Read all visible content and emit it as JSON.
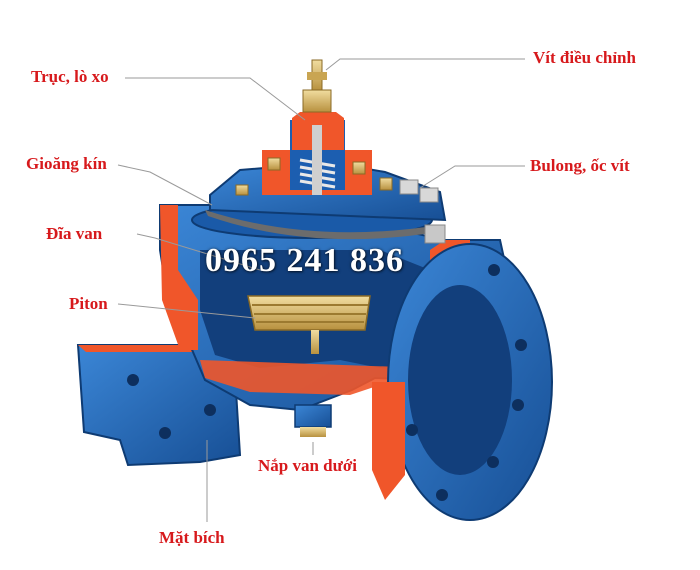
{
  "labels": {
    "vit_dieu_chinh": "Vít điều chỉnh",
    "truc_lo_xo": "Trục, lò xo",
    "gioang_kin": "Gioăng kín",
    "bulong_oc_vit": "Bulong, ốc vít",
    "dia_van": "Đĩa van",
    "piton": "Piton",
    "nap_van_duoi": "Nắp van dưới",
    "mat_bich": "Mặt bích"
  },
  "watermark": {
    "phone": "0965 241 836"
  },
  "colors": {
    "label_red": "#d7191c",
    "body_blue": "#1f66b8",
    "body_dark": "#123f7c",
    "cut_orange": "#f0562a",
    "brass": "#d9b96a",
    "leader_gray": "#9a9a9a"
  },
  "icons": [
    "valve-cutaway-illustration"
  ]
}
